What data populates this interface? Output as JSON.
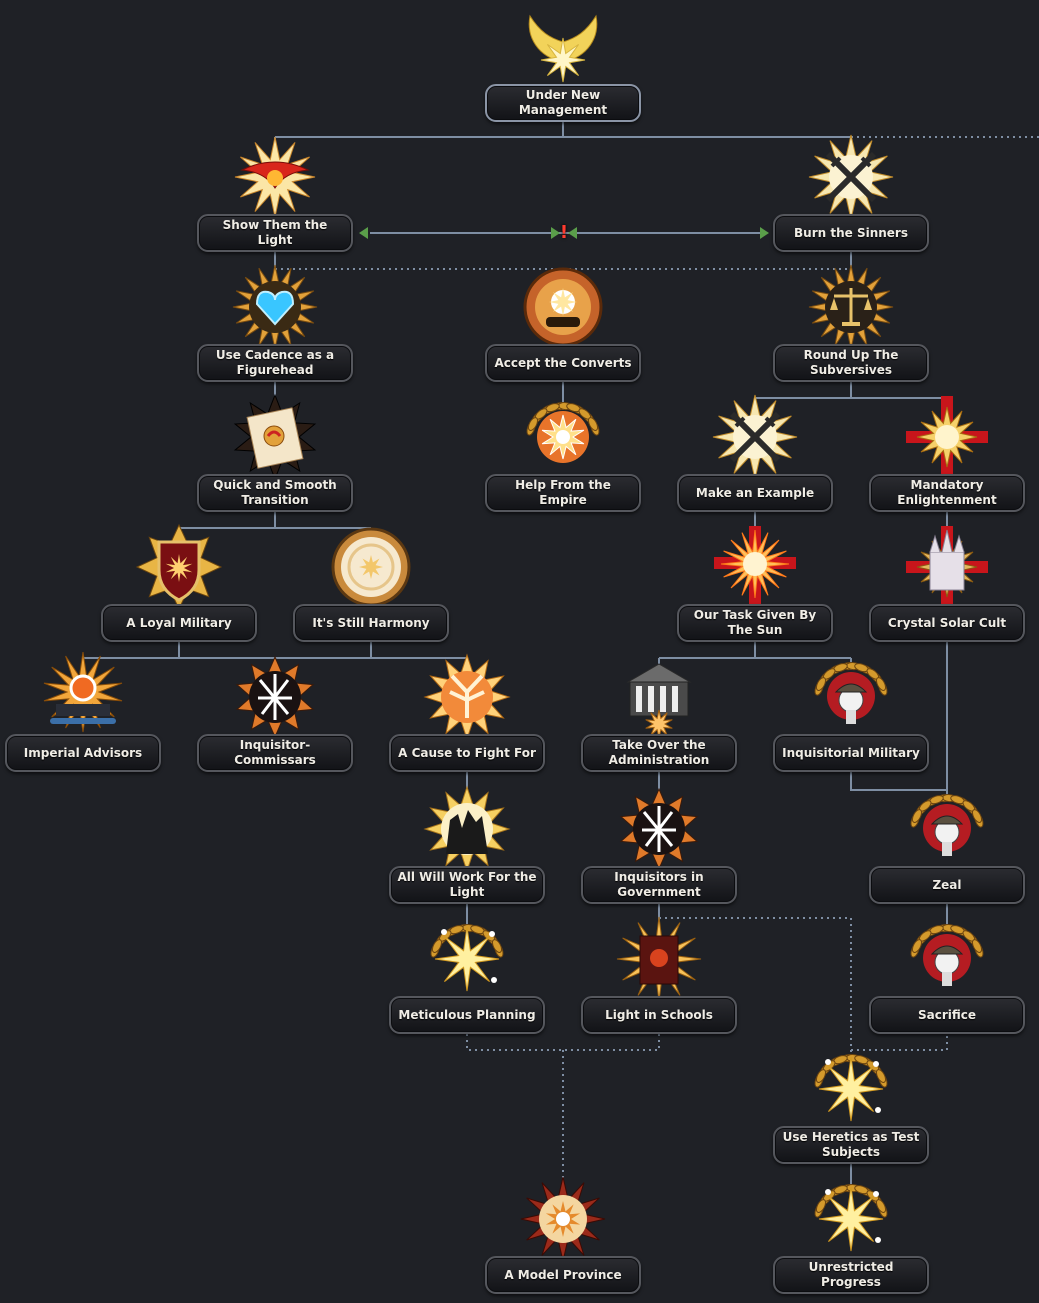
{
  "tree": {
    "title": "Under New Management",
    "focuses": [
      {
        "id": "under_new_management",
        "label": "Under New Management",
        "icon": "golden-wings-icon"
      },
      {
        "id": "show_them_the_light",
        "label": "Show Them the Light",
        "icon": "phoenix-sun-icon"
      },
      {
        "id": "burn_the_sinners",
        "label": "Burn the Sinners",
        "icon": "crossed-swords-icon"
      },
      {
        "id": "use_cadence",
        "label": "Use Cadence as a Figurehead",
        "icon": "crystal-heart-icon"
      },
      {
        "id": "accept_the_converts",
        "label": "Accept the Converts",
        "icon": "rose-emblem-icon"
      },
      {
        "id": "round_up_subversives",
        "label": "Round Up The Subversives",
        "icon": "scales-icon"
      },
      {
        "id": "quick_smooth_transition",
        "label": "Quick and Smooth Transition",
        "icon": "letter-seal-icon"
      },
      {
        "id": "help_from_empire",
        "label": "Help From the Empire",
        "icon": "sun-laurel-icon"
      },
      {
        "id": "make_an_example",
        "label": "Make an Example",
        "icon": "crossed-swords-icon"
      },
      {
        "id": "mandatory_enlightenment",
        "label": "Mandatory Enlightenment",
        "icon": "sun-cross-icon"
      },
      {
        "id": "loyal_military",
        "label": "A Loyal Military",
        "icon": "sun-shield-icon"
      },
      {
        "id": "still_harmony",
        "label": "It's Still Harmony",
        "icon": "harmony-circle-icon"
      },
      {
        "id": "task_given_by_sun",
        "label": "Our Task Given By The Sun",
        "icon": "radiant-hand-icon"
      },
      {
        "id": "crystal_solar_cult",
        "label": "Crystal Solar Cult",
        "icon": "cathedral-icon"
      },
      {
        "id": "imperial_advisors",
        "label": "Imperial Advisors",
        "icon": "council-icon"
      },
      {
        "id": "inquisitor_commissars",
        "label": "Inquisitor-Commissars",
        "icon": "white-glyph-icon"
      },
      {
        "id": "cause_to_fight_for",
        "label": "A Cause to Fight For",
        "icon": "phoenix-badge-icon"
      },
      {
        "id": "take_over_administration",
        "label": "Take Over the Administration",
        "icon": "government-building-icon"
      },
      {
        "id": "inquisitorial_military",
        "label": "Inquisitorial Military",
        "icon": "soldier-laurel-icon"
      },
      {
        "id": "all_will_work",
        "label": "All Will Work For the Light",
        "icon": "workers-silhouette-icon"
      },
      {
        "id": "inquisitors_in_government",
        "label": "Inquisitors in Government",
        "icon": "white-glyph-icon"
      },
      {
        "id": "zeal",
        "label": "Zeal",
        "icon": "soldier-laurel-icon"
      },
      {
        "id": "meticulous_planning",
        "label": "Meticulous Planning",
        "icon": "star-laurel-icon"
      },
      {
        "id": "light_in_schools",
        "label": "Light in Schools",
        "icon": "book-sun-icon"
      },
      {
        "id": "sacrifice",
        "label": "Sacrifice",
        "icon": "soldier-laurel-icon"
      },
      {
        "id": "heretics_test_subjects",
        "label": "Use Heretics as Test Subjects",
        "icon": "star-laurel-icon"
      },
      {
        "id": "model_province",
        "label": "A Model Province",
        "icon": "sun-emblem-icon"
      },
      {
        "id": "unrestricted_progress",
        "label": "Unrestricted Progress",
        "icon": "star-laurel-icon"
      }
    ]
  },
  "colors": {
    "background": "#1f2126",
    "connector": "#7e8ea3",
    "prerequisite_dotted": "#7e8ea3",
    "exclusive_arrow": "#5a9e4a",
    "exclusive_mark": "#ff3b2f",
    "plate_text": "#f0ede6"
  },
  "exclusive_marker": "!"
}
